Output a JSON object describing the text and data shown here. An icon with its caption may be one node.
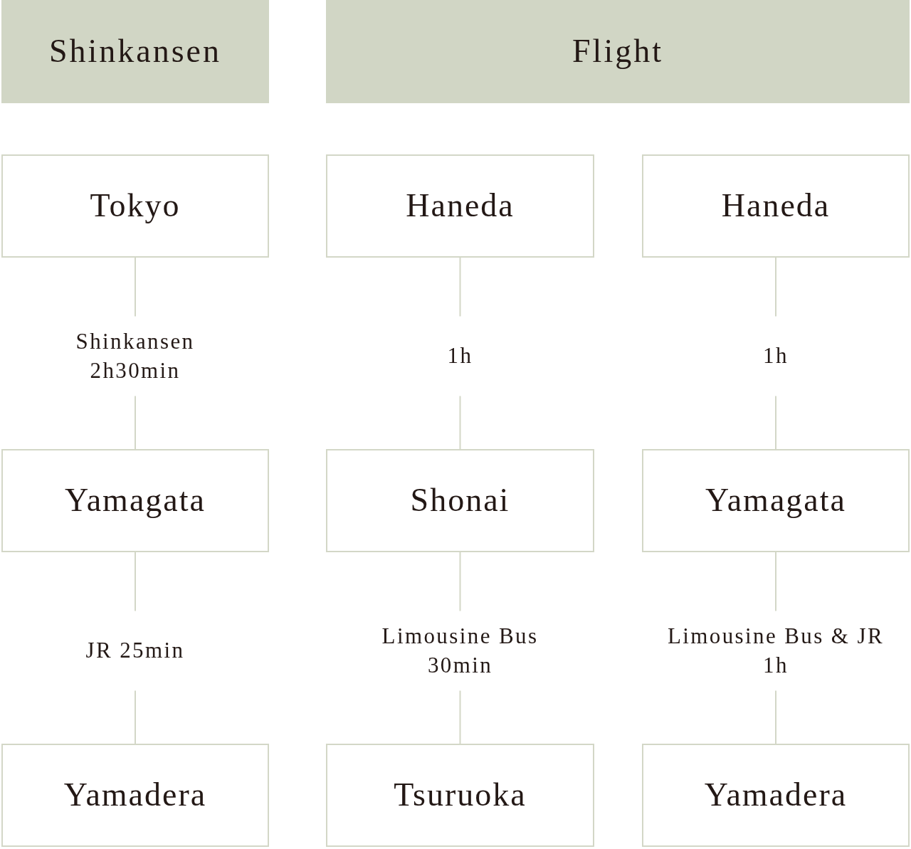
{
  "diagram": {
    "nodes": [
      {
        "text": [
          "Shinkansen"
        ]
      },
      {
        "text": [
          "Flight"
        ]
      },
      {
        "text": [
          "Tokyo"
        ]
      },
      {
        "text": [
          "Haneda"
        ]
      },
      {
        "text": [
          "Haneda"
        ]
      },
      {
        "text": [
          "Yamagata"
        ]
      },
      {
        "text": [
          "Shonai"
        ]
      },
      {
        "text": [
          "Yamagata"
        ]
      },
      {
        "text": [
          "Yamadera"
        ]
      },
      {
        "text": [
          "Tsuruoka"
        ]
      },
      {
        "text": [
          "Yamadera"
        ]
      }
    ],
    "edges": [
      {
        "from": 2,
        "to": 5,
        "arrow": "none",
        "label": "Shinkansen 2h30min"
      },
      {
        "from": 3,
        "to": 6,
        "arrow": "none",
        "label": "1h"
      },
      {
        "from": 4,
        "to": 7,
        "arrow": "none",
        "label": "1h"
      },
      {
        "from": 5,
        "to": 8,
        "arrow": "none",
        "label": "JR 25min"
      },
      {
        "from": 6,
        "to": 9,
        "arrow": "none",
        "label": "Limousine Bus 30min"
      },
      {
        "from": 7,
        "to": 10,
        "arrow": "none",
        "label": "Limousine Bus & JR 1h"
      }
    ]
  }
}
